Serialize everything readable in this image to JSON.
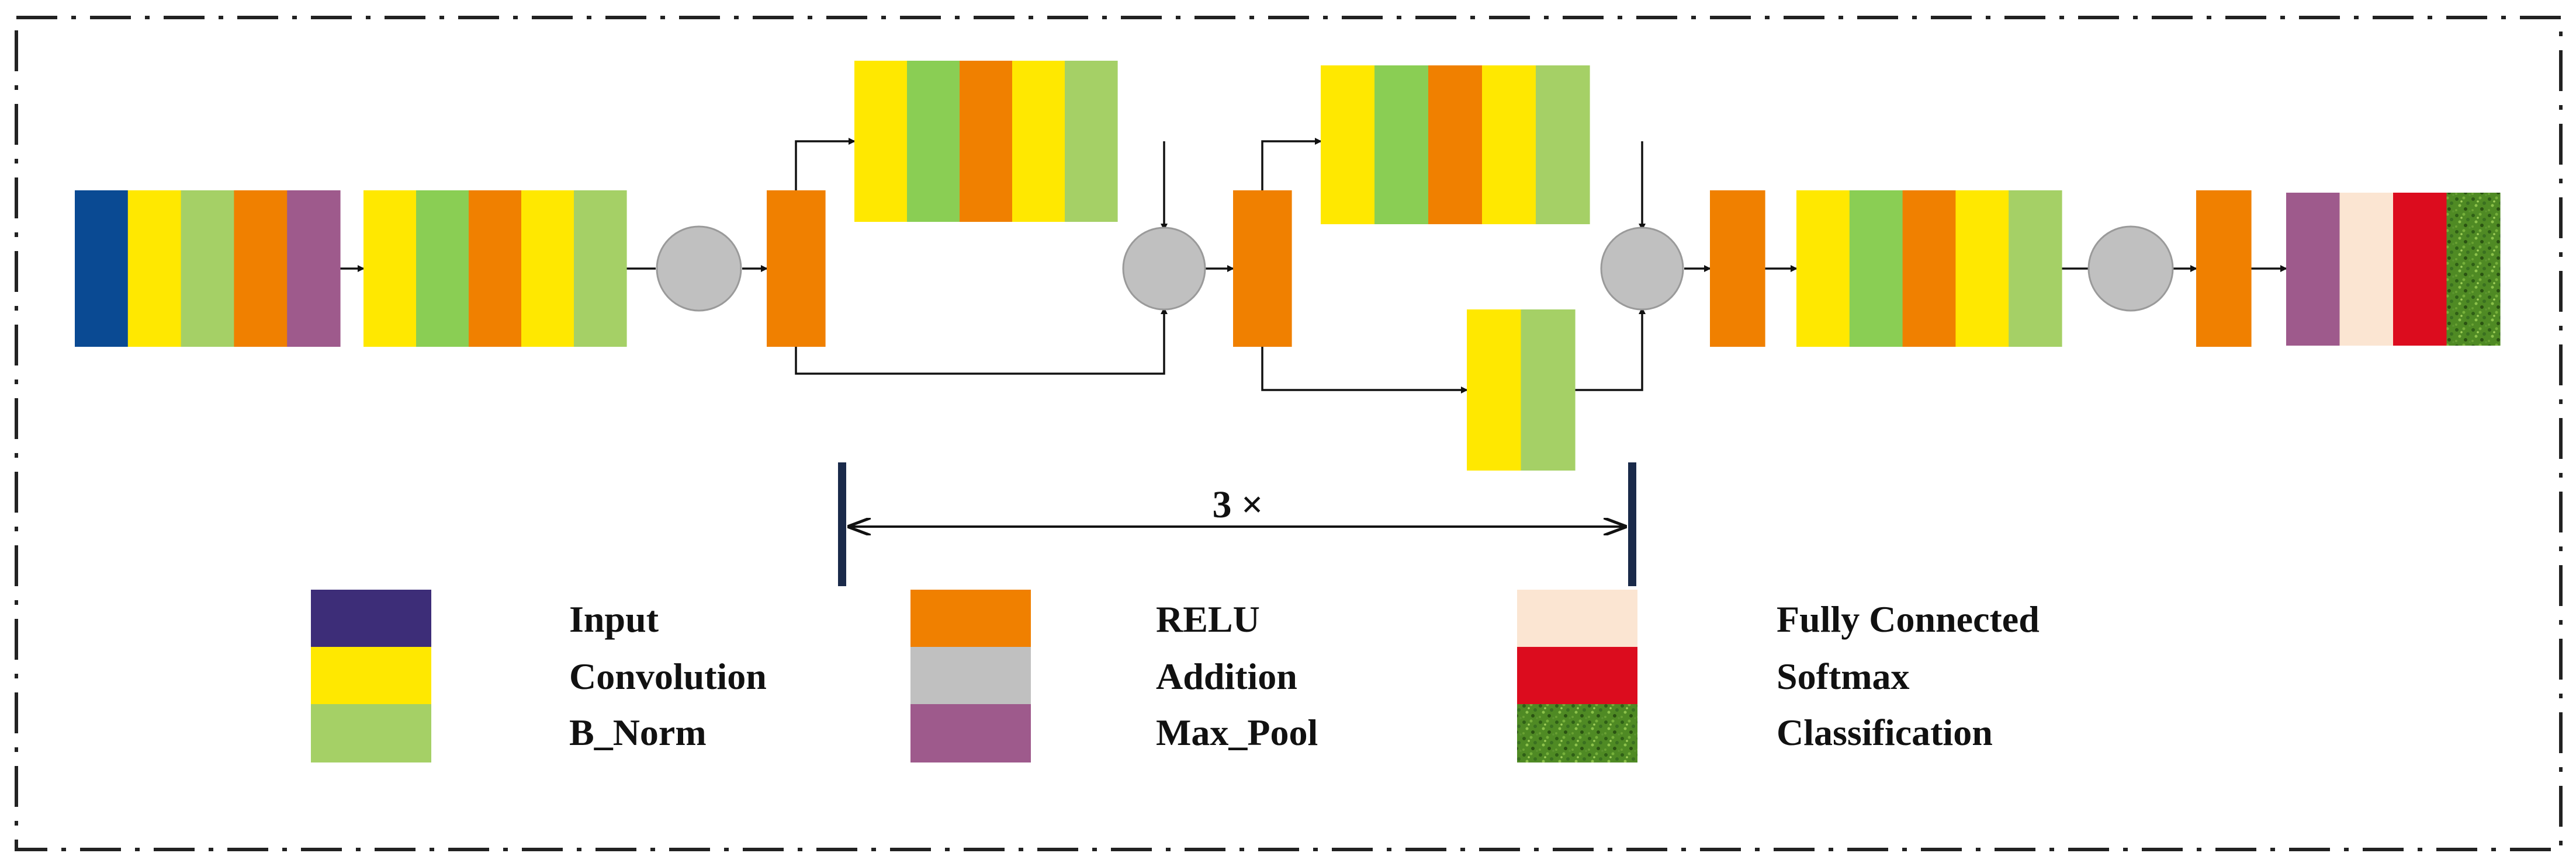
{
  "diagram": {
    "repeat_label": "3 ×",
    "legend": [
      {
        "key": "input",
        "label": "Input",
        "color": "#3d2d78"
      },
      {
        "key": "convolution",
        "label": "Convolution",
        "color": "#ffe800"
      },
      {
        "key": "b_norm",
        "label": "B_Norm",
        "color": "#a5d066"
      },
      {
        "key": "relu",
        "label": "RELU",
        "color": "#f08000"
      },
      {
        "key": "addition",
        "label": "Addition",
        "color": "#c0c0c0"
      },
      {
        "key": "max_pool",
        "label": "Max_Pool",
        "color": "#9e5a8c"
      },
      {
        "key": "fully_connected",
        "label": "Fully Connected",
        "color": "#fbe5d2"
      },
      {
        "key": "softmax",
        "label": "Softmax",
        "color": "#dc0c1e"
      },
      {
        "key": "classification",
        "label": "Classification",
        "color": "#4f8a24",
        "pattern": "grass-texture"
      }
    ],
    "colors": {
      "input_block": "#0a4a93",
      "convolution_alt": "#8ace54",
      "border": "#222222",
      "arrow": "#111111",
      "bracket": "#1a2a4a"
    },
    "stages": [
      {
        "name": "input-stack",
        "layers": [
          "input",
          "convolution",
          "b_norm",
          "relu",
          "max_pool"
        ]
      },
      {
        "name": "conv-stack-1",
        "layers": [
          "convolution",
          "convolution_alt",
          "relu",
          "convolution",
          "b_norm"
        ]
      },
      {
        "name": "addition-node-1",
        "layers": [
          "addition"
        ]
      },
      {
        "name": "relu-block-1",
        "layers": [
          "relu"
        ]
      },
      {
        "name": "branch-stack-1",
        "layers": [
          "convolution",
          "convolution_alt",
          "relu",
          "convolution",
          "b_norm"
        ]
      },
      {
        "name": "addition-node-2",
        "layers": [
          "addition"
        ]
      },
      {
        "name": "relu-block-2",
        "layers": [
          "relu"
        ]
      },
      {
        "name": "branch-stack-2",
        "layers": [
          "convolution",
          "convolution_alt",
          "relu",
          "convolution",
          "b_norm"
        ]
      },
      {
        "name": "shortcut-stack",
        "layers": [
          "convolution",
          "b_norm"
        ]
      },
      {
        "name": "addition-node-3",
        "layers": [
          "addition"
        ]
      },
      {
        "name": "relu-block-3",
        "layers": [
          "relu"
        ]
      },
      {
        "name": "conv-stack-2",
        "layers": [
          "convolution",
          "convolution_alt",
          "relu",
          "convolution",
          "b_norm"
        ]
      },
      {
        "name": "addition-node-4",
        "layers": [
          "addition"
        ]
      },
      {
        "name": "relu-block-4",
        "layers": [
          "relu"
        ]
      },
      {
        "name": "output-stack",
        "layers": [
          "max_pool",
          "fully_connected",
          "softmax",
          "classification"
        ]
      }
    ]
  }
}
